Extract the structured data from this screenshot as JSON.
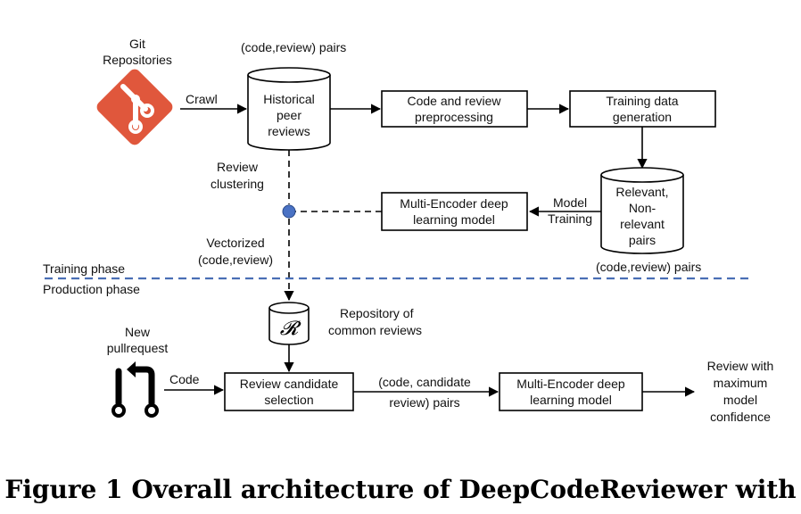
{
  "diagram": {
    "git": {
      "line1": "Git",
      "line2": "Repositories"
    },
    "crawl": "Crawl",
    "top_pairs": "(code,review) pairs",
    "historical": [
      "Historical",
      "peer",
      "reviews"
    ],
    "preprocessing": [
      "Code and review",
      "preprocessing"
    ],
    "training_data": [
      "Training data",
      "generation"
    ],
    "relevant": [
      "Relevant,",
      "Non-",
      "relevant",
      "pairs"
    ],
    "relevant_pairs_label": "(code,review) pairs",
    "model_training": [
      "Model",
      "Training"
    ],
    "multi_encoder_top": [
      "Multi-Encoder deep",
      "learning model"
    ],
    "review_clustering": [
      "Review",
      "clustering"
    ],
    "vectorized": [
      "Vectorized",
      "(code,review)"
    ],
    "training_phase": "Training phase",
    "production_phase": "Production phase",
    "repo_symbol": "𝓡",
    "repo_label": [
      "Repository of",
      "common reviews"
    ],
    "new_pr": [
      "New",
      "pullrequest"
    ],
    "code": "Code",
    "candidate_selection": [
      "Review candidate",
      "selection"
    ],
    "candidate_pairs": [
      "(code, candidate",
      "review) pairs"
    ],
    "multi_encoder_bottom": [
      "Multi-Encoder deep",
      "learning model"
    ],
    "output": [
      "Review with",
      "maximum",
      "model",
      "confidence"
    ]
  },
  "caption": "Figure 1 Overall architecture of DeepCodeReviewer with",
  "colors": {
    "git_logo": "#e0573c",
    "cluster_dot": "#4a72c4",
    "phase_line": "#4a6fb5"
  }
}
